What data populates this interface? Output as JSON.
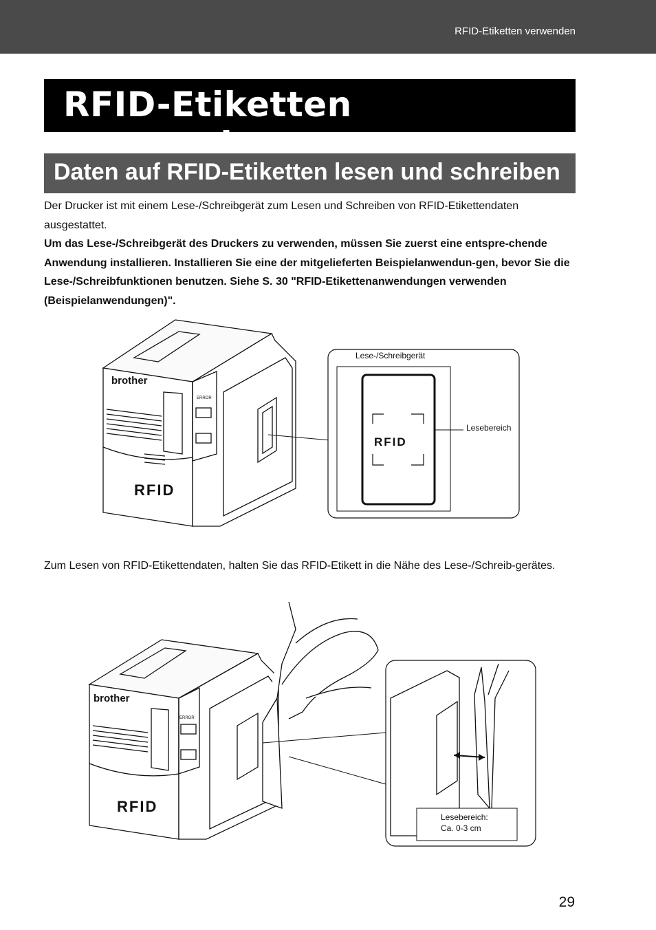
{
  "header": {
    "running_title": "RFID-Etiketten verwenden"
  },
  "title": "RFID-Etiketten verwenden",
  "section_title": "Daten auf RFID-Etiketten lesen und schreiben",
  "intro": "Der Drucker ist mit einem Lese-/Schreibgerät zum Lesen und Schreiben von RFID-Etikettendaten ausgestattet.",
  "notice": "Um das Lese-/Schreibgerät des Druckers zu verwenden, müssen Sie zuerst eine entspre-chende Anwendung installieren. Installieren Sie eine der mitgelieferten Beispielanwendun-gen, bevor Sie die Lese-/Schreibfunktionen benutzen. Siehe S. 30 \"RFID-Etikettenanwendungen verwenden (Beispielanwendungen)\".",
  "figure1": {
    "brand": "brother",
    "error_label": "ERROR",
    "rfid_logo": "RFID",
    "callout_reader": "Lese-/Schreibgerät",
    "callout_area": "Lesebereich"
  },
  "instruction": "Zum Lesen von RFID-Etikettendaten, halten Sie das RFID-Etikett in die Nähe des Lese-/Schreib-gerätes.",
  "figure2": {
    "brand": "brother",
    "error_label": "ERROR",
    "rfid_logo": "RFID",
    "range_label_line1": "Lesebereich:",
    "range_label_line2": "Ca. 0-3 cm"
  },
  "page_number": "29"
}
